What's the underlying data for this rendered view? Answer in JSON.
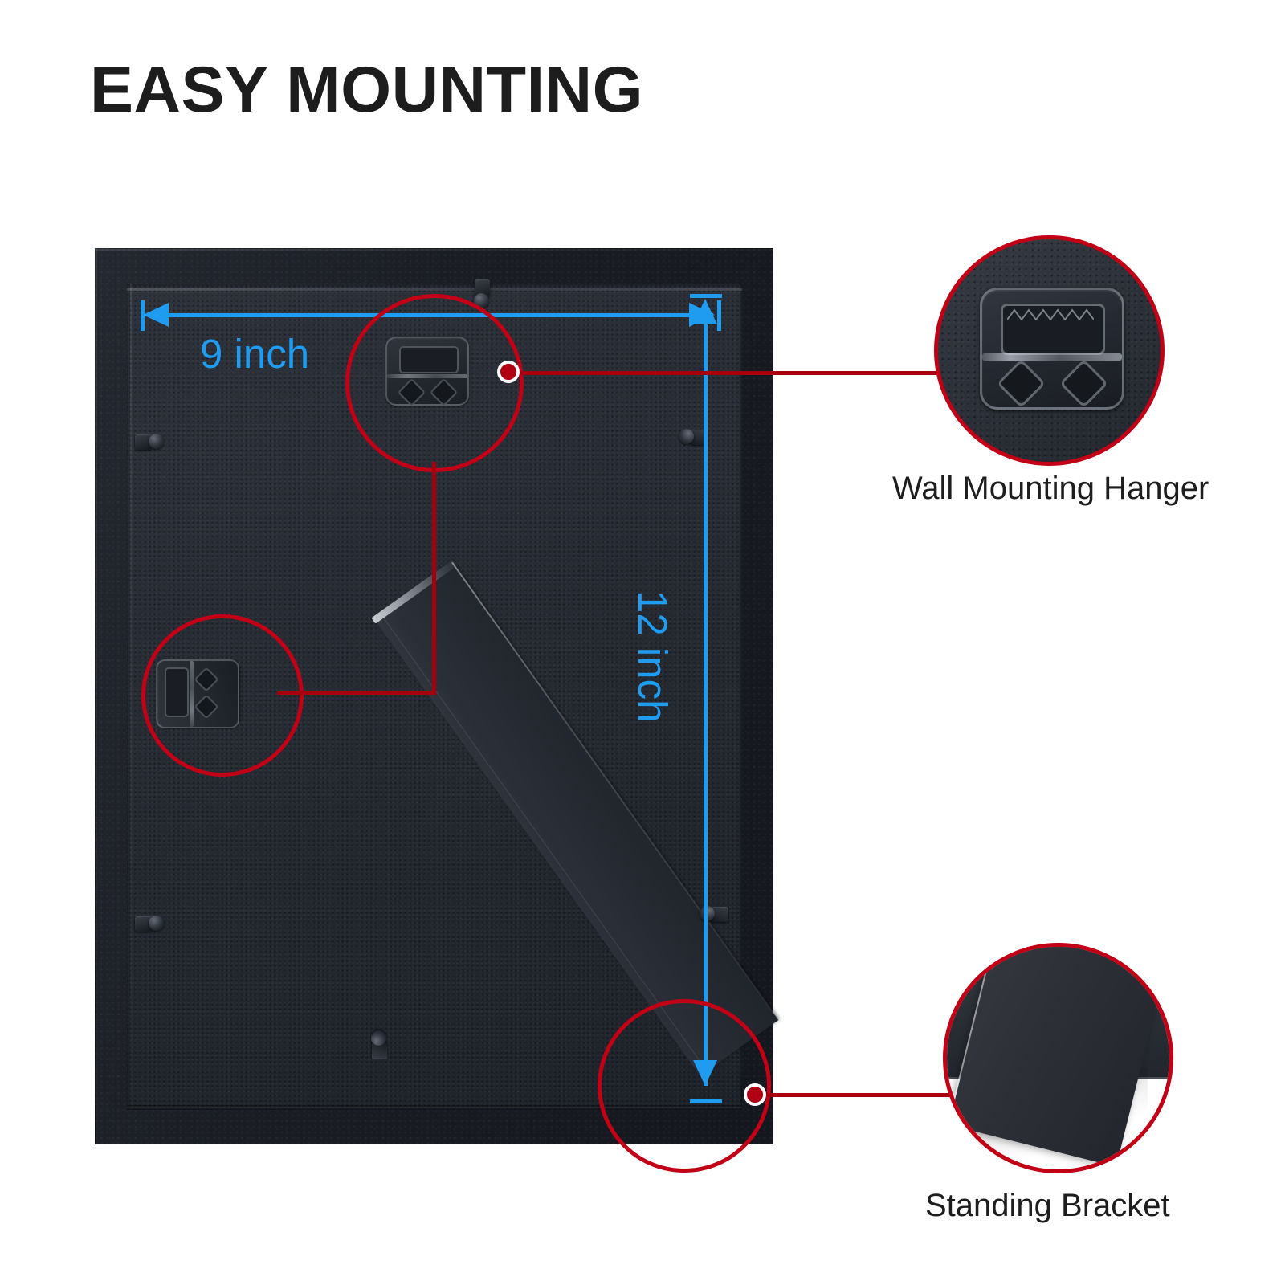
{
  "title": "EASY MOUNTING",
  "colors": {
    "dimension_blue": "#1f9cf0",
    "callout_red": "#c20016",
    "leader_red": "#a6000f",
    "text_black": "#1d1d1d",
    "background": "#ffffff",
    "frame_black": "#171a21",
    "board_dark": "#272b33"
  },
  "product": {
    "name": "picture-frame-back",
    "dimensions": {
      "width_label": "9 inch",
      "height_label": "12 inch"
    },
    "hardware": {
      "hanger_label": "wall-mounting-hanger",
      "side_hanger_label": "wall-mounting-hanger-rotated",
      "kickstand_label": "standing-bracket"
    }
  },
  "callouts": [
    {
      "id": "wall-mounting-hanger",
      "caption": "Wall Mounting Hanger"
    },
    {
      "id": "standing-bracket",
      "caption": "Standing Bracket"
    }
  ]
}
